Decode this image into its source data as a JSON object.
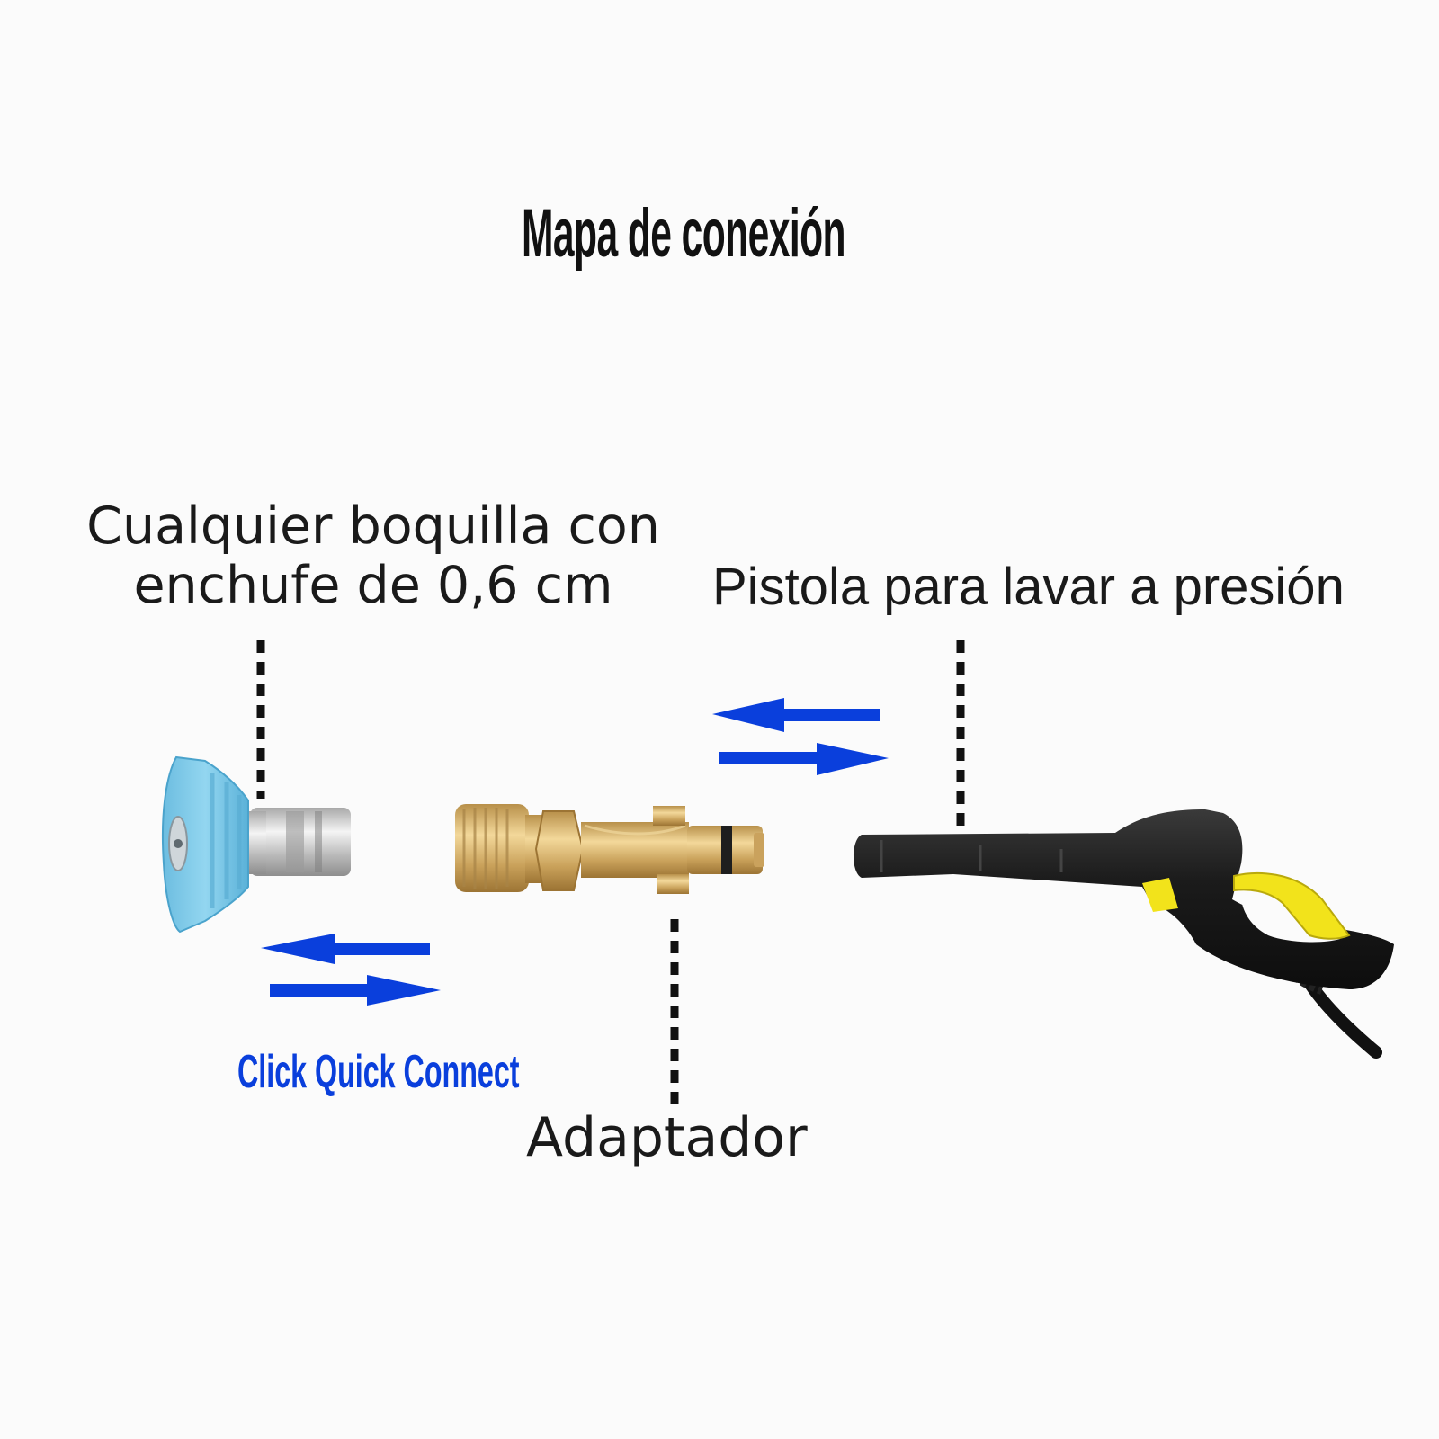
{
  "title": "Mapa de conexión",
  "labels": {
    "nozzle_line1": "Cualquier boquilla con",
    "nozzle_line2": "enchufe de 0,6 cm",
    "gun": "Pistola para lavar a presión",
    "adapter": "Adaptador",
    "click": "Click Quick Connect"
  },
  "colors": {
    "arrow": "#0a3fdc",
    "nozzle_tip": "#7ecbe8",
    "brass": "#d6b06a",
    "gun_body": "#1b1b1b",
    "gun_trigger": "#f2e31b",
    "steel": "#c9c9c9"
  },
  "icons": {
    "nozzle": "quick-connect-nozzle-icon",
    "adapter": "brass-adapter-icon",
    "gun": "pressure-washer-gun-icon"
  }
}
